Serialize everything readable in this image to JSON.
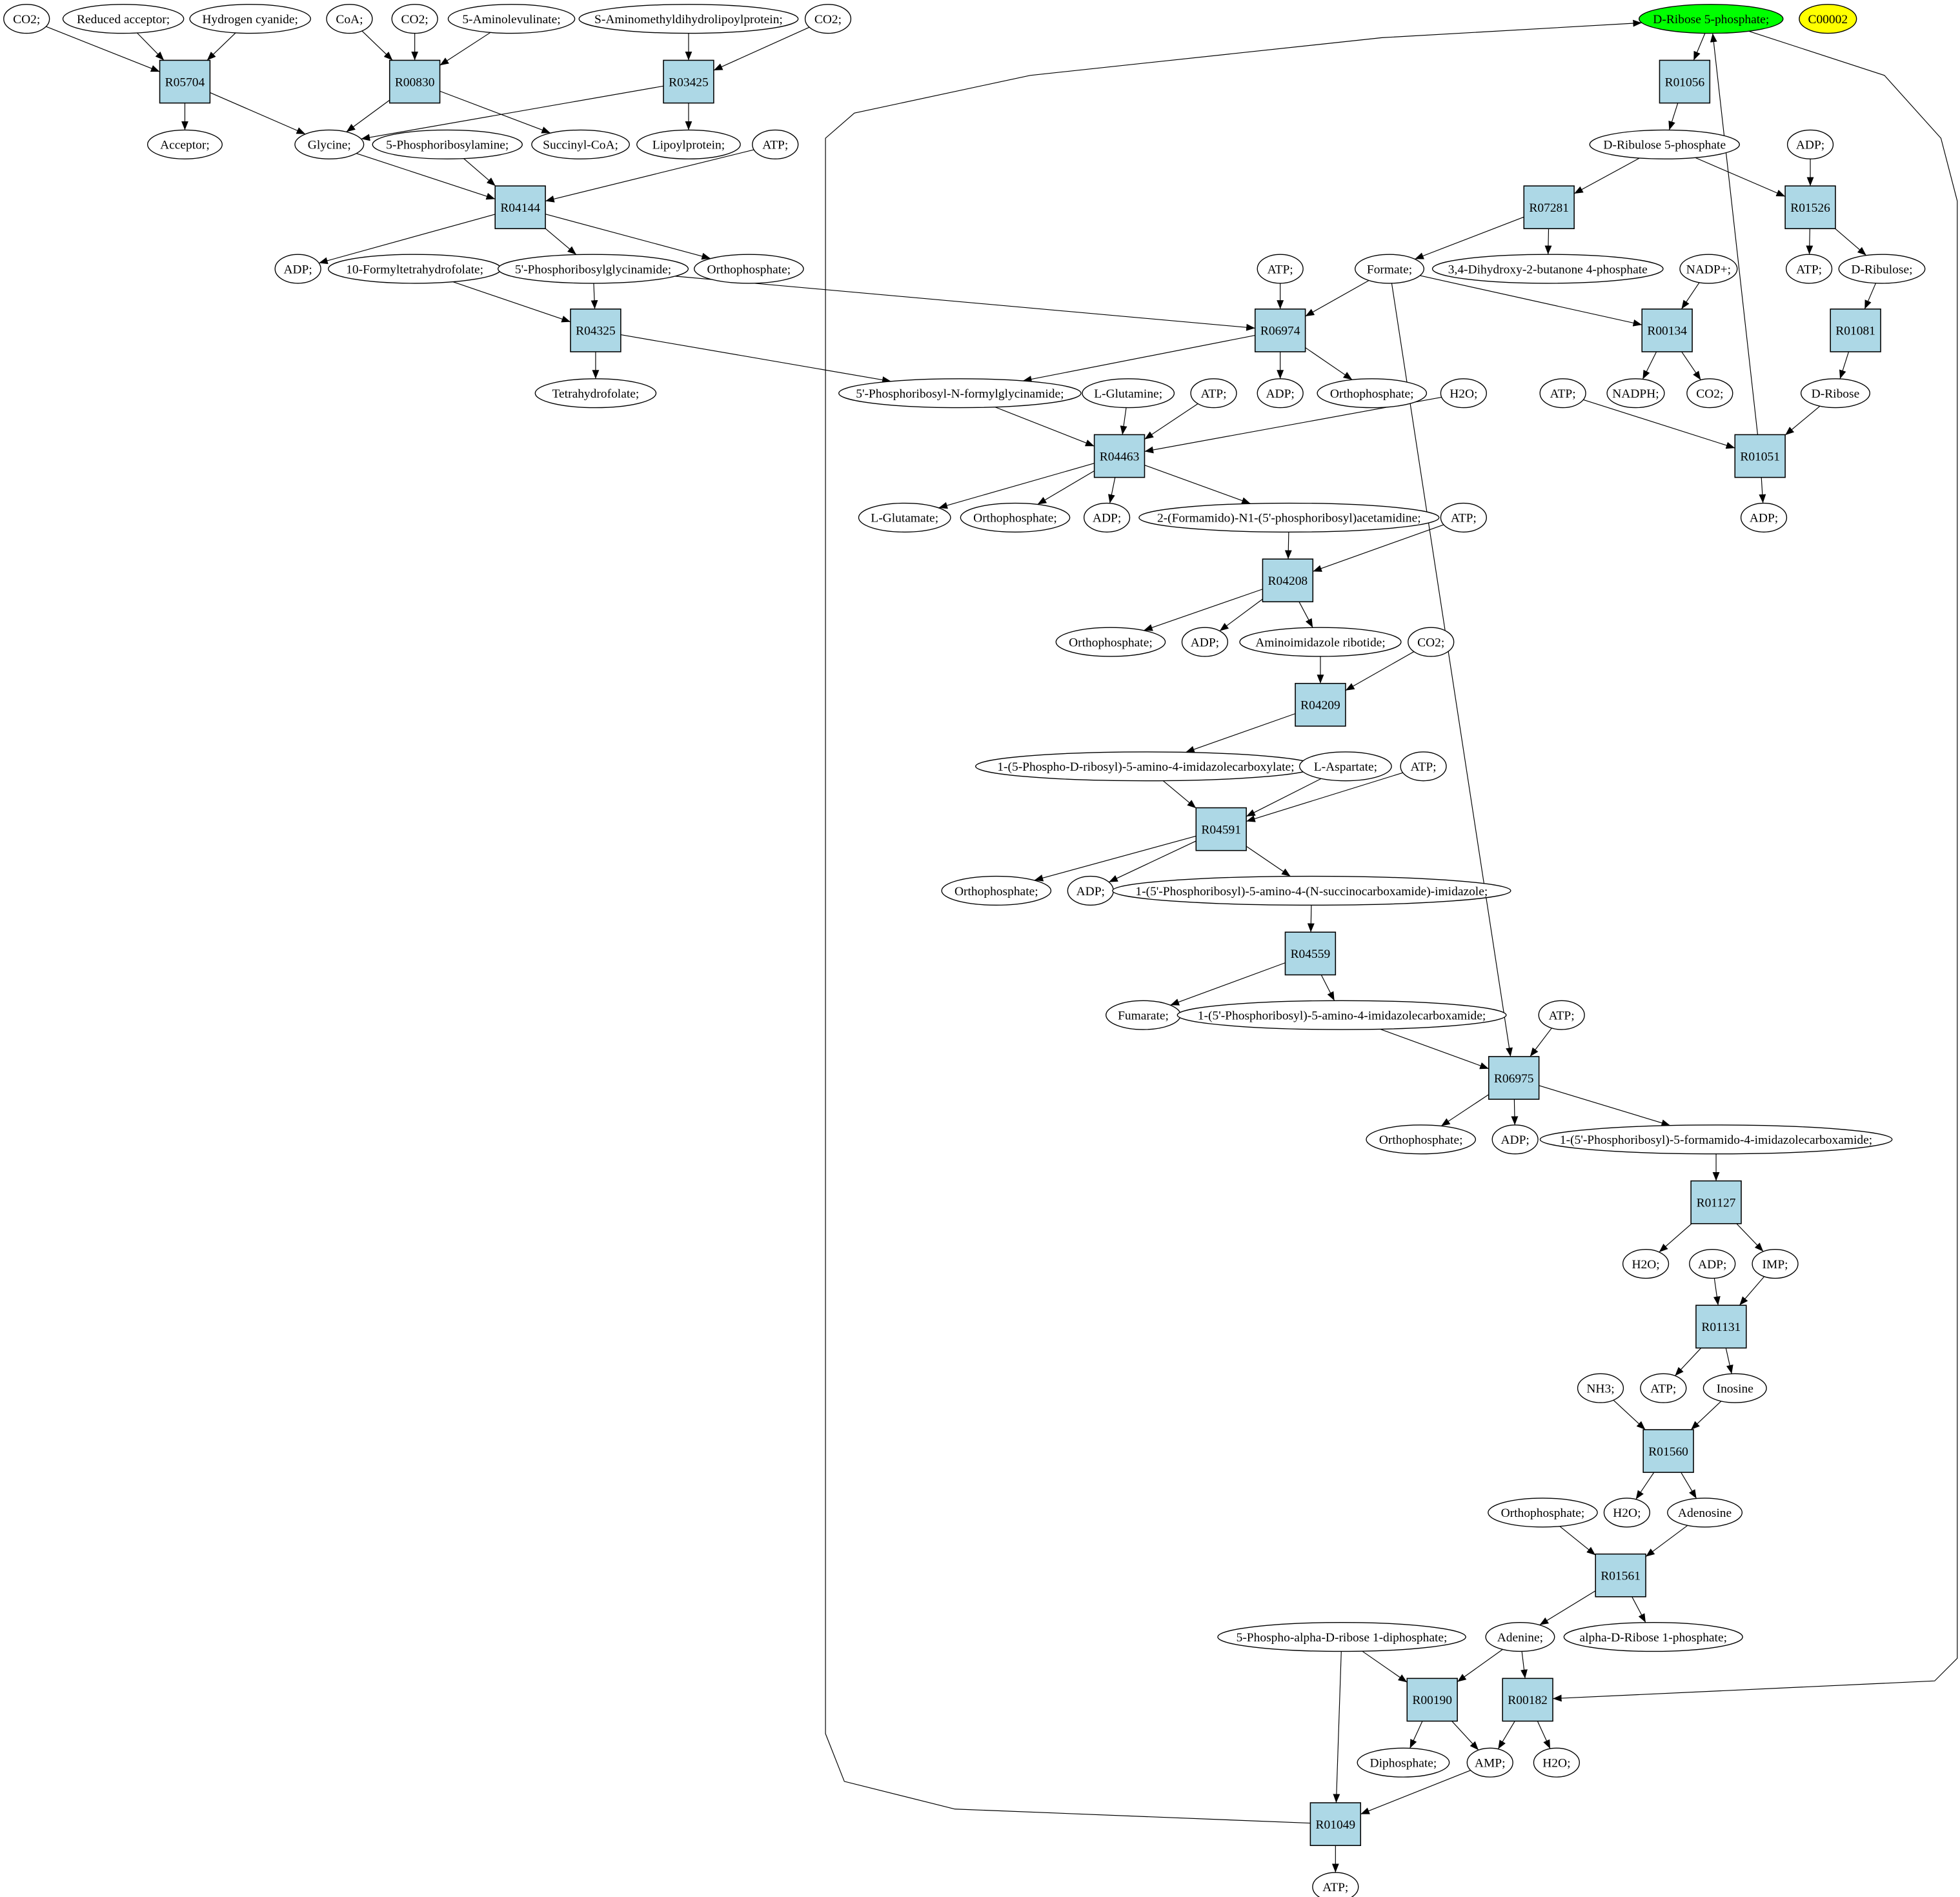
{
  "colors": {
    "reaction_fill": "#add8e6",
    "highlight_green": "#00ff00",
    "highlight_yellow": "#ffff00",
    "stroke": "#000000"
  },
  "nodes": [
    {
      "id": "co2_1",
      "label": "CO2;",
      "kind": "compound"
    },
    {
      "id": "redacc",
      "label": "Reduced acceptor;",
      "kind": "compound"
    },
    {
      "id": "hcn",
      "label": "Hydrogen cyanide;",
      "kind": "compound"
    },
    {
      "id": "coa",
      "label": "CoA;",
      "kind": "compound"
    },
    {
      "id": "co2_2",
      "label": "CO2;",
      "kind": "compound"
    },
    {
      "id": "ala",
      "label": "5-Aminolevulinate;",
      "kind": "compound"
    },
    {
      "id": "sam",
      "label": "S-Aminomethyldihydrolipoylprotein;",
      "kind": "compound"
    },
    {
      "id": "co2_3",
      "label": "CO2;",
      "kind": "compound"
    },
    {
      "id": "r5p",
      "label": "D-Ribose 5-phosphate;",
      "kind": "compound",
      "fill": "#00ff00"
    },
    {
      "id": "c00002",
      "label": "C00002",
      "kind": "compound",
      "fill": "#ffff00"
    },
    {
      "id": "R05704",
      "label": "R05704",
      "kind": "reaction"
    },
    {
      "id": "R00830",
      "label": "R00830",
      "kind": "reaction"
    },
    {
      "id": "R03425",
      "label": "R03425",
      "kind": "reaction"
    },
    {
      "id": "R01056",
      "label": "R01056",
      "kind": "reaction"
    },
    {
      "id": "acceptor",
      "label": "Acceptor;",
      "kind": "compound"
    },
    {
      "id": "glycine",
      "label": "Glycine;",
      "kind": "compound"
    },
    {
      "id": "pra",
      "label": "5-Phosphoribosylamine;",
      "kind": "compound"
    },
    {
      "id": "succoa",
      "label": "Succinyl-CoA;",
      "kind": "compound"
    },
    {
      "id": "lipoyl",
      "label": "Lipoylprotein;",
      "kind": "compound"
    },
    {
      "id": "atp_1",
      "label": "ATP;",
      "kind": "compound"
    },
    {
      "id": "ru5p",
      "label": "D-Ribulose 5-phosphate",
      "kind": "compound"
    },
    {
      "id": "adp_1",
      "label": "ADP;",
      "kind": "compound"
    },
    {
      "id": "R04144",
      "label": "R04144",
      "kind": "reaction"
    },
    {
      "id": "R07281",
      "label": "R07281",
      "kind": "reaction"
    },
    {
      "id": "R01526",
      "label": "R01526",
      "kind": "reaction"
    },
    {
      "id": "adp_2",
      "label": "ADP;",
      "kind": "compound"
    },
    {
      "id": "fthf",
      "label": "10-Formyltetrahydrofolate;",
      "kind": "compound"
    },
    {
      "id": "gar",
      "label": "5'-Phosphoribosylglycinamide;",
      "kind": "compound"
    },
    {
      "id": "pi_1",
      "label": "Orthophosphate;",
      "kind": "compound"
    },
    {
      "id": "atp_2",
      "label": "ATP;",
      "kind": "compound"
    },
    {
      "id": "formate",
      "label": "Formate;",
      "kind": "compound"
    },
    {
      "id": "dhbp",
      "label": "3,4-Dihydroxy-2-butanone 4-phosphate",
      "kind": "compound"
    },
    {
      "id": "nadp",
      "label": "NADP+;",
      "kind": "compound"
    },
    {
      "id": "atp_3",
      "label": "ATP;",
      "kind": "compound"
    },
    {
      "id": "dribulose",
      "label": "D-Ribulose;",
      "kind": "compound"
    },
    {
      "id": "R04325",
      "label": "R04325",
      "kind": "reaction"
    },
    {
      "id": "R06974",
      "label": "R06974",
      "kind": "reaction"
    },
    {
      "id": "R00134",
      "label": "R00134",
      "kind": "reaction"
    },
    {
      "id": "R01081",
      "label": "R01081",
      "kind": "reaction"
    },
    {
      "id": "thf",
      "label": "Tetrahydrofolate;",
      "kind": "compound"
    },
    {
      "id": "fgar",
      "label": "5'-Phosphoribosyl-N-formylglycinamide;",
      "kind": "compound"
    },
    {
      "id": "gln",
      "label": "L-Glutamine;",
      "kind": "compound"
    },
    {
      "id": "atp_4",
      "label": "ATP;",
      "kind": "compound"
    },
    {
      "id": "adp_3",
      "label": "ADP;",
      "kind": "compound"
    },
    {
      "id": "pi_2",
      "label": "Orthophosphate;",
      "kind": "compound"
    },
    {
      "id": "h2o_1",
      "label": "H2O;",
      "kind": "compound"
    },
    {
      "id": "atp_5",
      "label": "ATP;",
      "kind": "compound"
    },
    {
      "id": "nadph",
      "label": "NADPH;",
      "kind": "compound"
    },
    {
      "id": "co2_4",
      "label": "CO2;",
      "kind": "compound"
    },
    {
      "id": "dribose",
      "label": "D-Ribose",
      "kind": "compound"
    },
    {
      "id": "R04463",
      "label": "R04463",
      "kind": "reaction"
    },
    {
      "id": "R01051",
      "label": "R01051",
      "kind": "reaction"
    },
    {
      "id": "glu",
      "label": "L-Glutamate;",
      "kind": "compound"
    },
    {
      "id": "pi_3",
      "label": "Orthophosphate;",
      "kind": "compound"
    },
    {
      "id": "adp_4",
      "label": "ADP;",
      "kind": "compound"
    },
    {
      "id": "fgam",
      "label": "2-(Formamido)-N1-(5'-phosphoribosyl)acetamidine;",
      "kind": "compound"
    },
    {
      "id": "atp_6",
      "label": "ATP;",
      "kind": "compound"
    },
    {
      "id": "adp_5",
      "label": "ADP;",
      "kind": "compound"
    },
    {
      "id": "R04208",
      "label": "R04208",
      "kind": "reaction"
    },
    {
      "id": "pi_4",
      "label": "Orthophosphate;",
      "kind": "compound"
    },
    {
      "id": "adp_6",
      "label": "ADP;",
      "kind": "compound"
    },
    {
      "id": "air",
      "label": "Aminoimidazole ribotide;",
      "kind": "compound"
    },
    {
      "id": "co2_5",
      "label": "CO2;",
      "kind": "compound"
    },
    {
      "id": "R04209",
      "label": "R04209",
      "kind": "reaction"
    },
    {
      "id": "cair",
      "label": "1-(5-Phospho-D-ribosyl)-5-amino-4-imidazolecarboxylate;",
      "kind": "compound"
    },
    {
      "id": "asp",
      "label": "L-Aspartate;",
      "kind": "compound"
    },
    {
      "id": "atp_7",
      "label": "ATP;",
      "kind": "compound"
    },
    {
      "id": "R04591",
      "label": "R04591",
      "kind": "reaction"
    },
    {
      "id": "pi_5",
      "label": "Orthophosphate;",
      "kind": "compound"
    },
    {
      "id": "adp_7",
      "label": "ADP;",
      "kind": "compound"
    },
    {
      "id": "saicar",
      "label": "1-(5'-Phosphoribosyl)-5-amino-4-(N-succinocarboxamide)-imidazole;",
      "kind": "compound"
    },
    {
      "id": "R04559",
      "label": "R04559",
      "kind": "reaction"
    },
    {
      "id": "fumarate",
      "label": "Fumarate;",
      "kind": "compound"
    },
    {
      "id": "aicar",
      "label": "1-(5'-Phosphoribosyl)-5-amino-4-imidazolecarboxamide;",
      "kind": "compound"
    },
    {
      "id": "atp_8",
      "label": "ATP;",
      "kind": "compound"
    },
    {
      "id": "R06975",
      "label": "R06975",
      "kind": "reaction"
    },
    {
      "id": "pi_6",
      "label": "Orthophosphate;",
      "kind": "compound"
    },
    {
      "id": "adp_8",
      "label": "ADP;",
      "kind": "compound"
    },
    {
      "id": "faicar",
      "label": "1-(5'-Phosphoribosyl)-5-formamido-4-imidazolecarboxamide;",
      "kind": "compound"
    },
    {
      "id": "R01127",
      "label": "R01127",
      "kind": "reaction"
    },
    {
      "id": "h2o_2",
      "label": "H2O;",
      "kind": "compound"
    },
    {
      "id": "adp_9",
      "label": "ADP;",
      "kind": "compound"
    },
    {
      "id": "imp",
      "label": "IMP;",
      "kind": "compound"
    },
    {
      "id": "R01131",
      "label": "R01131",
      "kind": "reaction"
    },
    {
      "id": "nh3",
      "label": "NH3;",
      "kind": "compound"
    },
    {
      "id": "atp_9",
      "label": "ATP;",
      "kind": "compound"
    },
    {
      "id": "inosine",
      "label": "Inosine",
      "kind": "compound"
    },
    {
      "id": "R01560",
      "label": "R01560",
      "kind": "reaction"
    },
    {
      "id": "pi_7",
      "label": "Orthophosphate;",
      "kind": "compound"
    },
    {
      "id": "h2o_3",
      "label": "H2O;",
      "kind": "compound"
    },
    {
      "id": "adenosine",
      "label": "Adenosine",
      "kind": "compound"
    },
    {
      "id": "R01561",
      "label": "R01561",
      "kind": "reaction"
    },
    {
      "id": "prpp",
      "label": "5-Phospho-alpha-D-ribose 1-diphosphate;",
      "kind": "compound"
    },
    {
      "id": "adenine",
      "label": "Adenine;",
      "kind": "compound"
    },
    {
      "id": "adr1p",
      "label": "alpha-D-Ribose 1-phosphate;",
      "kind": "compound"
    },
    {
      "id": "R00190",
      "label": "R00190",
      "kind": "reaction"
    },
    {
      "id": "R00182",
      "label": "R00182",
      "kind": "reaction"
    },
    {
      "id": "diphos",
      "label": "Diphosphate;",
      "kind": "compound"
    },
    {
      "id": "amp",
      "label": "AMP;",
      "kind": "compound"
    },
    {
      "id": "h2o_4",
      "label": "H2O;",
      "kind": "compound"
    },
    {
      "id": "R01049",
      "label": "R01049",
      "kind": "reaction"
    },
    {
      "id": "atp_10",
      "label": "ATP;",
      "kind": "compound"
    }
  ],
  "edges": [
    [
      "co2_1",
      "R05704"
    ],
    [
      "redacc",
      "R05704"
    ],
    [
      "hcn",
      "R05704"
    ],
    [
      "R05704",
      "acceptor"
    ],
    [
      "R05704",
      "glycine"
    ],
    [
      "coa",
      "R00830"
    ],
    [
      "co2_2",
      "R00830"
    ],
    [
      "ala",
      "R00830"
    ],
    [
      "R00830",
      "glycine"
    ],
    [
      "R00830",
      "succoa"
    ],
    [
      "sam",
      "R03425"
    ],
    [
      "co2_3",
      "R03425"
    ],
    [
      "R03425",
      "glycine"
    ],
    [
      "R03425",
      "lipoyl"
    ],
    [
      "glycine",
      "R04144"
    ],
    [
      "pra",
      "R04144"
    ],
    [
      "atp_1",
      "R04144"
    ],
    [
      "R04144",
      "adp_2"
    ],
    [
      "R04144",
      "gar"
    ],
    [
      "R04144",
      "pi_1"
    ],
    [
      "gar",
      "R04325"
    ],
    [
      "fthf",
      "R04325"
    ],
    [
      "R04325",
      "thf"
    ],
    [
      "R04325",
      "fgar"
    ],
    [
      "gar",
      "R06974"
    ],
    [
      "atp_2",
      "R06974"
    ],
    [
      "formate",
      "R06974"
    ],
    [
      "R06974",
      "fgar"
    ],
    [
      "R06974",
      "adp_3"
    ],
    [
      "R06974",
      "pi_2"
    ],
    [
      "fgar",
      "R04463"
    ],
    [
      "gln",
      "R04463"
    ],
    [
      "atp_4",
      "R04463"
    ],
    [
      "h2o_1",
      "R04463"
    ],
    [
      "R04463",
      "glu"
    ],
    [
      "R04463",
      "pi_3"
    ],
    [
      "R04463",
      "adp_4"
    ],
    [
      "R04463",
      "fgam"
    ],
    [
      "fgam",
      "R04208"
    ],
    [
      "atp_6",
      "R04208"
    ],
    [
      "R04208",
      "pi_4"
    ],
    [
      "R04208",
      "adp_6"
    ],
    [
      "R04208",
      "air"
    ],
    [
      "air",
      "R04209"
    ],
    [
      "co2_5",
      "R04209"
    ],
    [
      "R04209",
      "cair"
    ],
    [
      "cair",
      "R04591"
    ],
    [
      "asp",
      "R04591"
    ],
    [
      "atp_7",
      "R04591"
    ],
    [
      "R04591",
      "pi_5"
    ],
    [
      "R04591",
      "adp_7"
    ],
    [
      "R04591",
      "saicar"
    ],
    [
      "saicar",
      "R04559"
    ],
    [
      "R04559",
      "fumarate"
    ],
    [
      "R04559",
      "aicar"
    ],
    [
      "aicar",
      "R06975"
    ],
    [
      "atp_8",
      "R06975"
    ],
    [
      "formate",
      "R06975"
    ],
    [
      "R06975",
      "pi_6"
    ],
    [
      "R06975",
      "adp_8"
    ],
    [
      "R06975",
      "faicar"
    ],
    [
      "faicar",
      "R01127"
    ],
    [
      "R01127",
      "h2o_2"
    ],
    [
      "R01127",
      "imp"
    ],
    [
      "imp",
      "R01131"
    ],
    [
      "adp_9",
      "R01131"
    ],
    [
      "R01131",
      "atp_9"
    ],
    [
      "R01131",
      "inosine"
    ],
    [
      "nh3",
      "R01560"
    ],
    [
      "inosine",
      "R01560"
    ],
    [
      "R01560",
      "h2o_3"
    ],
    [
      "R01560",
      "adenosine"
    ],
    [
      "pi_7",
      "R01561"
    ],
    [
      "adenosine",
      "R01561"
    ],
    [
      "R01561",
      "adenine"
    ],
    [
      "R01561",
      "adr1p"
    ],
    [
      "prpp",
      "R00190"
    ],
    [
      "adenine",
      "R00190"
    ],
    [
      "R00190",
      "diphos"
    ],
    [
      "R00190",
      "amp"
    ],
    [
      "adenine",
      "R00182"
    ],
    [
      "r5p",
      "R00182"
    ],
    [
      "R00182",
      "amp"
    ],
    [
      "R00182",
      "h2o_4"
    ],
    [
      "prpp",
      "R01049"
    ],
    [
      "amp",
      "R01049"
    ],
    [
      "R01049",
      "atp_10"
    ],
    [
      "R01049",
      "r5p"
    ],
    [
      "r5p",
      "R01056"
    ],
    [
      "R01056",
      "ru5p"
    ],
    [
      "ru5p",
      "R07281"
    ],
    [
      "ru5p",
      "R01526"
    ],
    [
      "adp_1",
      "R01526"
    ],
    [
      "R01526",
      "atp_3"
    ],
    [
      "R01526",
      "dribulose"
    ],
    [
      "R07281",
      "formate"
    ],
    [
      "R07281",
      "dhbp"
    ],
    [
      "formate",
      "R00134"
    ],
    [
      "nadp",
      "R00134"
    ],
    [
      "R00134",
      "nadph"
    ],
    [
      "R00134",
      "co2_4"
    ],
    [
      "dribulose",
      "R01081"
    ],
    [
      "R01081",
      "dribose"
    ],
    [
      "dribose",
      "R01051"
    ],
    [
      "atp_5",
      "R01051"
    ],
    [
      "R01051",
      "adp_5"
    ],
    [
      "R01051",
      "r5p"
    ]
  ]
}
